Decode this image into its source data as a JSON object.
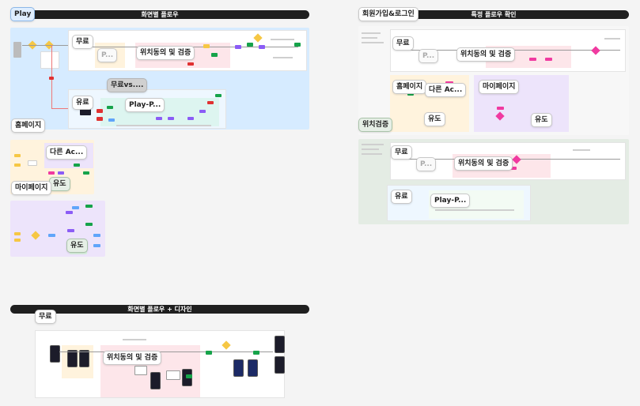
{
  "sections": {
    "screen_flow": {
      "title": "화면별 플로우",
      "play": "Play",
      "home": "홈페이지",
      "mypage": "마이페이지"
    },
    "signup": {
      "title": "회원가입&로그인",
      "flow_check": "특정 플로우 확인",
      "location": "위치검증"
    },
    "design": {
      "title": "화면별 플로우 + 디자인",
      "free": "무료"
    }
  },
  "labels": {
    "free": "무료",
    "paid": "유료",
    "location_consent": "위치동의 및 검증",
    "free_vs": "무료vs....",
    "play_p": "Play-P...",
    "p_dots": "P...",
    "other_ac": "다른 Ac...",
    "guide": "유도",
    "mypage": "마이페이지",
    "homepage": "홈페이지"
  },
  "colors": {
    "title_bar": "#1f1f1f",
    "section_blue": "#d6ebff",
    "section_green": "#e4ece4",
    "zone_pink": "#fde6ea",
    "zone_yellow": "#fff3dd",
    "zone_lavender": "#ede4fb",
    "node_yellow": "#f6c744",
    "node_pink": "#f03aa0",
    "node_purple": "#8b5cf6",
    "node_green": "#16a34a",
    "node_blue": "#60a5fa",
    "node_red": "#e03131"
  }
}
